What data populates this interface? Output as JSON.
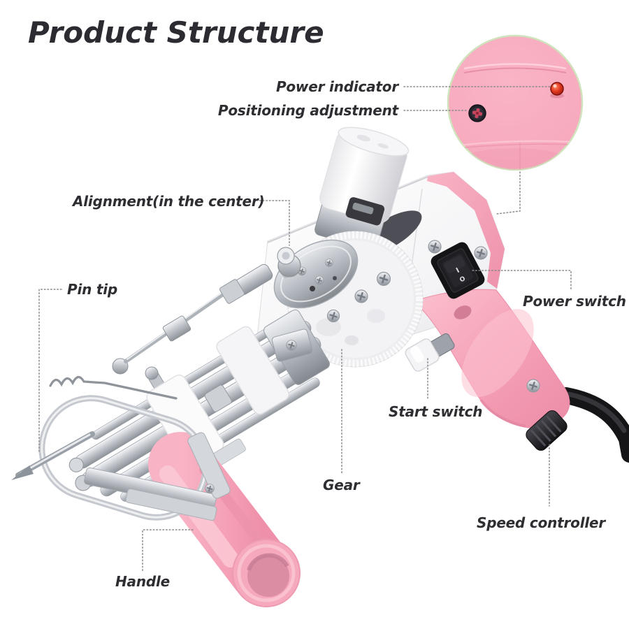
{
  "title": "Product Structure",
  "labels": {
    "power_indicator": "Power indicator",
    "positioning_adjustment": "Positioning adjustment",
    "alignment": "Alignment(in the center)",
    "pin_tip": "Pin tip",
    "power_switch": "Power switch",
    "start_switch": "Start switch",
    "gear": "Gear",
    "speed_controller": "Speed controller",
    "handle": "Handle"
  },
  "switch_marks": {
    "on": "I",
    "off": "O"
  },
  "colors": {
    "body_pink": "#f6a3b8",
    "pink_highlight": "#fbc6d2",
    "pink_shadow": "#e989a3",
    "inset_border": "#cfe3bc",
    "led_red": "#e23b22",
    "metal_silver": "#c9cdd2",
    "cable_black": "#151517",
    "label_text": "#2e2d32",
    "leader_line": "#8a8a8a"
  }
}
